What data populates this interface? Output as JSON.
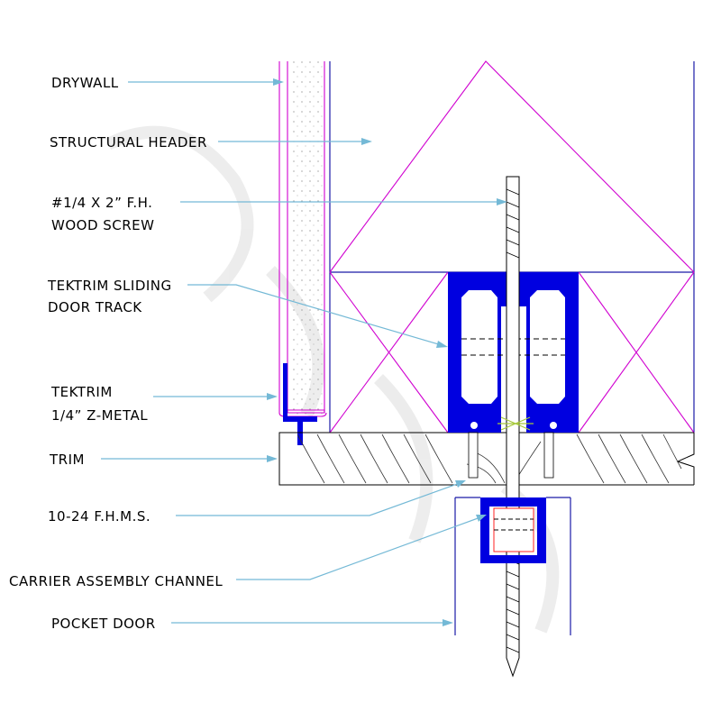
{
  "labels": {
    "drywall": "DRYWALL",
    "structural_header": "STRUCTURAL HEADER",
    "wood_screw_line1": "#1/4 X 2” F.H.",
    "wood_screw_line2": "WOOD SCREW",
    "door_track_line1": "TEKTRIM SLIDING",
    "door_track_line2": "DOOR TRACK",
    "z_metal_line1": "TEKTRIM",
    "z_metal_line2": "1/4” Z-METAL",
    "trim": "TRIM",
    "machine_screw": "10-24 F.H.M.S.",
    "carrier_channel": "CARRIER ASSEMBLY CHANNEL",
    "pocket_door": "POCKET DOOR"
  },
  "colors": {
    "leader": "#74b9d6",
    "header_outline": "#d000d0",
    "track": "#0000e0",
    "door_outline": "#1a1aa8",
    "screw_accent": "#a6c83a"
  }
}
